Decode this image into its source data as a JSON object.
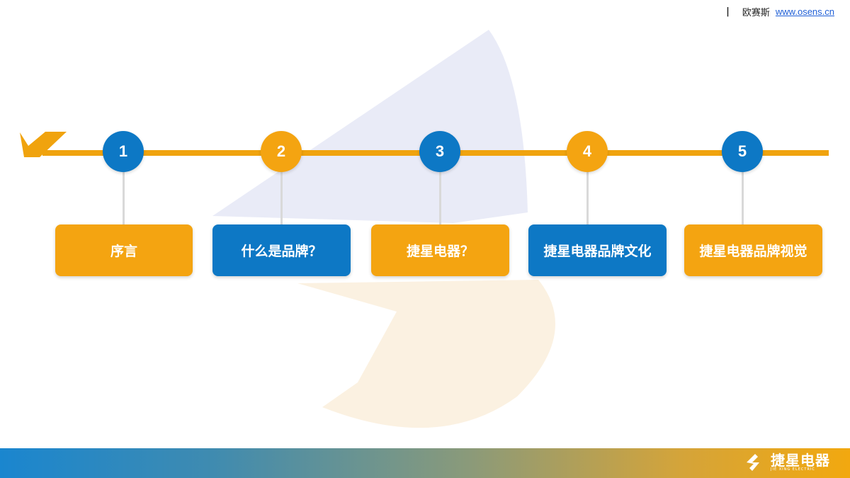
{
  "header": {
    "separator": "|",
    "company": "欧赛斯",
    "website": "www.osens.cn"
  },
  "steps": [
    {
      "number": "1",
      "label": "序言",
      "color": "#0d78c5"
    },
    {
      "number": "2",
      "label": "什么是品牌？",
      "color": "#f4a411"
    },
    {
      "number": "3",
      "label": "捷星电器？",
      "color": "#0d78c5"
    },
    {
      "number": "4",
      "label": "捷星电器品牌文化",
      "color": "#f4a411"
    },
    {
      "number": "5",
      "label": "捷星电器品牌视觉",
      "color": "#0d78c5"
    }
  ],
  "footer": {
    "brand_name": "捷星电器",
    "brand_sub": "JIE XING ELECTRIC"
  },
  "colors": {
    "accent_orange": "#f0a30e",
    "accent_blue": "#0d78c5"
  }
}
